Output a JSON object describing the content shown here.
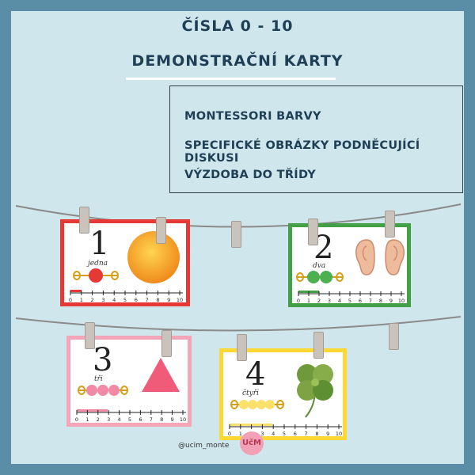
{
  "header": {
    "title": "ČÍSLA 0 - 10",
    "subtitle": "DEMONSTRAČNÍ KARTY"
  },
  "features": [
    "MONTESSORI BARVY",
    "SPECIFICKÉ OBRÁZKY PODNĚCUJÍCÍ DISKUSI",
    "VÝZDOBA DO TŘÍDY"
  ],
  "cards": [
    {
      "number": "1",
      "word": "jedna",
      "border_color": "#e53935",
      "bead_color": "#e53935",
      "picture": "sun-icon"
    },
    {
      "number": "2",
      "word": "dva",
      "border_color": "#43a047",
      "bead_color": "#4caf50",
      "picture": "ears-icon"
    },
    {
      "number": "3",
      "word": "tři",
      "border_color": "#f4a6b8",
      "bead_color": "#f28aa5",
      "picture": "triangle-icon"
    },
    {
      "number": "4",
      "word": "čtyři",
      "border_color": "#fdd835",
      "bead_color": "#fbe06a",
      "picture": "clover-icon"
    }
  ],
  "ruler_ticks": [
    "0",
    "1",
    "2",
    "3",
    "4",
    "5",
    "6",
    "7",
    "8",
    "9",
    "10"
  ],
  "footer": {
    "handle": "@ucim_monte",
    "logo_text": "UčM"
  }
}
